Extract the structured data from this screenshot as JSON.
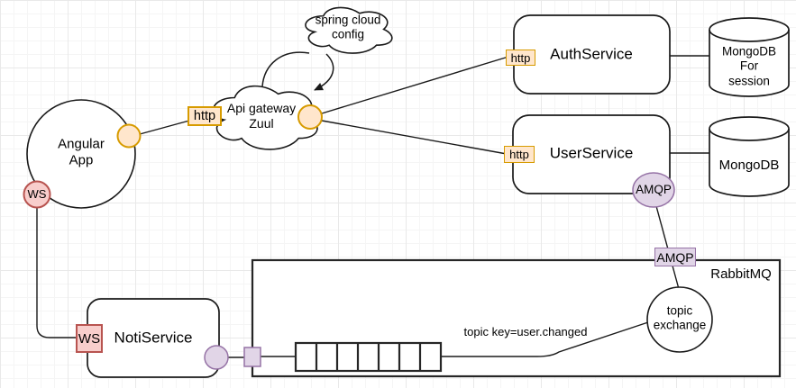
{
  "nodes": {
    "angular_app": "Angular\nApp",
    "spring_cloud_config": "spring cloud\nconfig",
    "api_gateway_zuul": "Api gateway\nZuul",
    "auth_service": "AuthService",
    "user_service": "UserService",
    "mongodb_session": "MongoDB\nFor session",
    "mongodb": "MongoDB",
    "noti_service": "NotiService",
    "rabbitmq": "RabbitMQ",
    "topic_exchange": "topic\nexchange"
  },
  "badges": {
    "http_gateway": "http",
    "http_auth": "http",
    "http_user": "http",
    "amqp_user": "AMQP",
    "amqp_rabbitmq": "AMQP",
    "ws_angular": "WS",
    "ws_noti": "WS"
  },
  "edge_labels": {
    "topic_key": "topic key=user.changed"
  },
  "queue": {
    "cells": 7
  },
  "colors": {
    "orange_fill": "#FFE6CC",
    "orange_stroke": "#D79B00",
    "purple_fill": "#E1D5E7",
    "purple_stroke": "#9673A6",
    "red_fill": "#F8CECC",
    "red_stroke": "#B85450",
    "shape_stroke": "#1A1A1A"
  }
}
